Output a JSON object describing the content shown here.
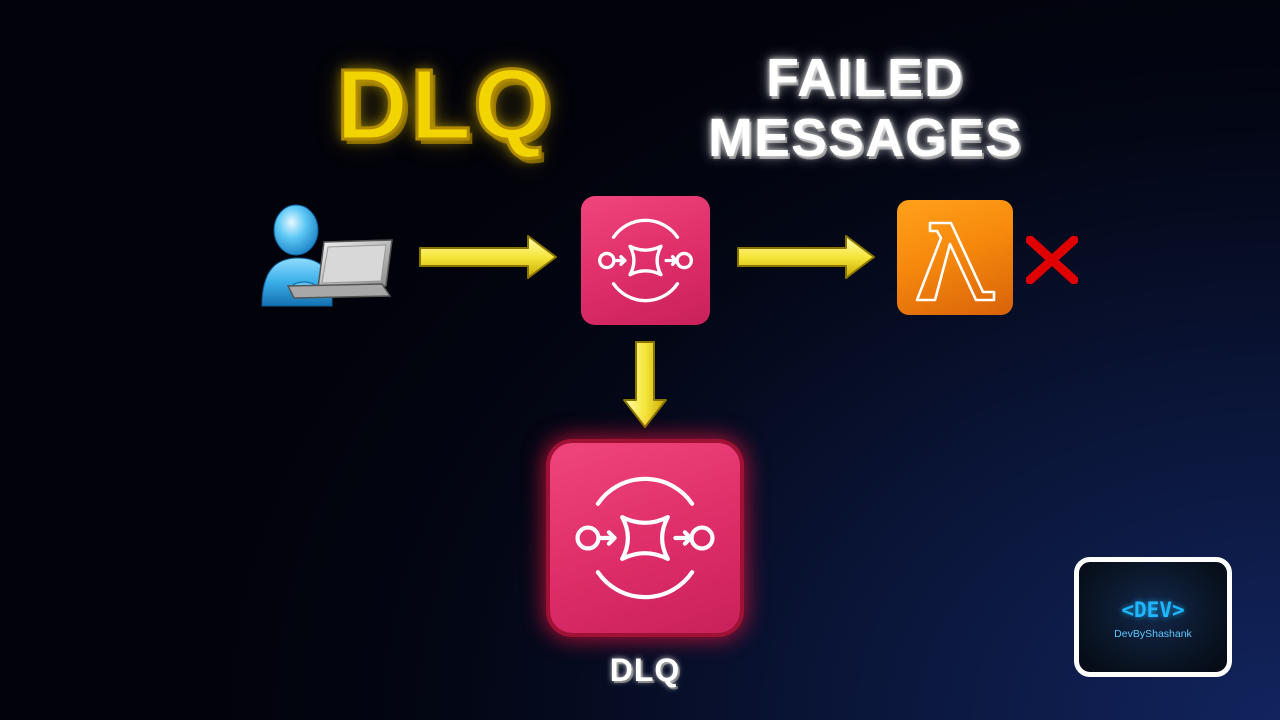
{
  "header": {
    "title": "DLQ",
    "subtitle_line1": "FAILED",
    "subtitle_line2": "MESSAGES"
  },
  "nodes": {
    "user": {
      "icon": "user-with-laptop-icon"
    },
    "queue": {
      "icon": "sqs-queue-icon"
    },
    "consumer": {
      "icon": "lambda-icon",
      "status_icon": "failure-x-icon"
    },
    "dead_letter_queue": {
      "icon": "sqs-queue-icon",
      "label": "DLQ"
    }
  },
  "flows": [
    {
      "from": "user",
      "to": "queue"
    },
    {
      "from": "queue",
      "to": "consumer"
    },
    {
      "from": "queue",
      "to": "dead_letter_queue"
    }
  ],
  "logo": {
    "main": "<DEV>",
    "sub": "DevByShashank"
  },
  "colors": {
    "title": "#f2d400",
    "arrow": "#f5e63c",
    "sqs": "#e7336f",
    "lambda": "#f7890c",
    "failure": "#e00000",
    "logo_text": "#1fb7ff"
  }
}
